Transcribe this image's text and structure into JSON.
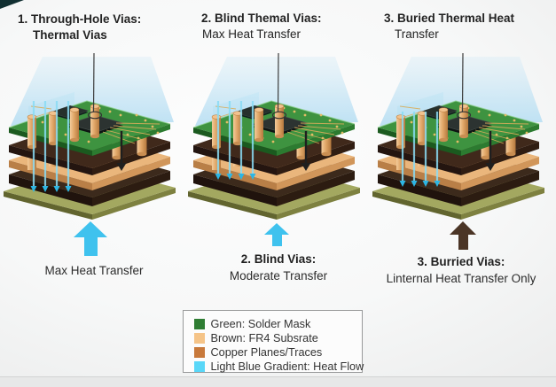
{
  "columns": [
    {
      "heading": {
        "line1": "1. Through-Hole Vias:",
        "line2": "Thermal Vias",
        "line2_bold": true
      },
      "arrow": {
        "color": "#3fc2ee",
        "direction": "up"
      },
      "label": {
        "line1": "",
        "line2": "Max Heat Transfer"
      },
      "illustration": {
        "variant": "through-hole"
      }
    },
    {
      "heading": {
        "line1": "2. Blind Themal Vias:",
        "line2": "Max Heat Transfer",
        "line2_bold": false
      },
      "arrow": {
        "color": "#3fc2ee",
        "direction": "up"
      },
      "label": {
        "line1": "2. Blind Vias:",
        "line2": "Moderate Transfer"
      },
      "illustration": {
        "variant": "blind"
      }
    },
    {
      "heading": {
        "line1": "3. Buried Thermal Heat",
        "line2": "Transfer",
        "line2_bold": false
      },
      "arrow": {
        "color": "#4b3526",
        "direction": "up"
      },
      "label": {
        "line1": "3. Burried Vias:",
        "line2": "Linternal Heat Transfer Only"
      },
      "illustration": {
        "variant": "buried"
      }
    }
  ],
  "legend": {
    "items": [
      {
        "color": "#2f7d33",
        "label": "Green: Solder Mask"
      },
      {
        "color": "#f5c488",
        "label": "Brown: FR4 Subsrate"
      },
      {
        "color": "#c8793b",
        "label": "Copper Planes/Traces"
      },
      {
        "color": "#59d7f8",
        "label": "Light Blue Gradient: Heat Flow"
      }
    ]
  }
}
